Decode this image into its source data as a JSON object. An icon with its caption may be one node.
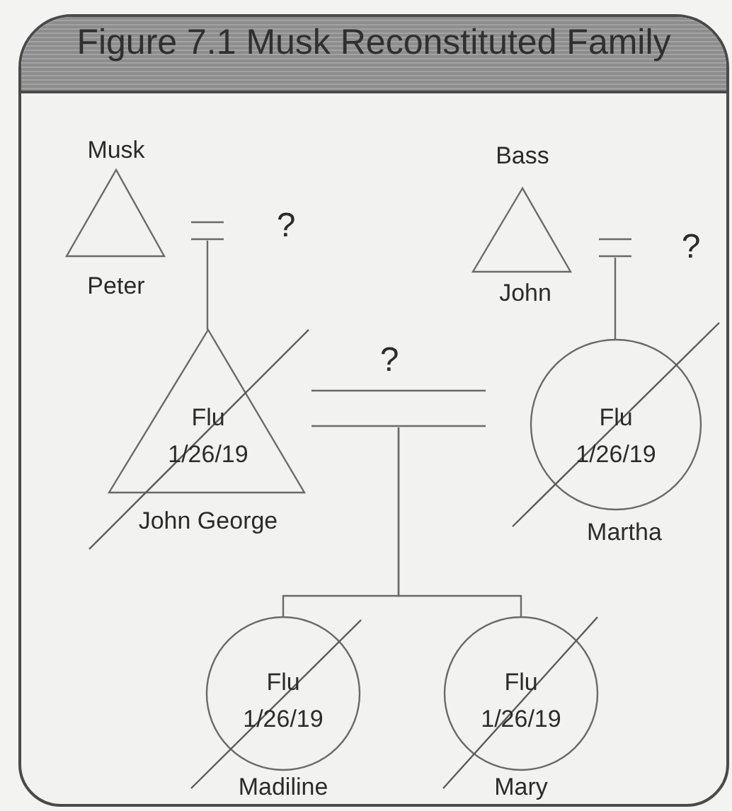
{
  "diagram": {
    "title": "Figure 7.1 Musk Reconstituted Family",
    "nodes": [
      {
        "text": [
          "Musk",
          "Peter"
        ]
      },
      {
        "text": [
          "Bass",
          "John"
        ]
      },
      {
        "text": [
          "Flu 1/26/19",
          "John George"
        ]
      },
      {
        "text": [
          "Flu 1/26/19",
          "Martha"
        ]
      },
      {
        "text": [
          "Flu 1/26/19",
          "Madiline"
        ]
      },
      {
        "text": [
          "Flu 1/26/19",
          "Mary"
        ]
      },
      {
        "text": [],
        "shape": "bar"
      },
      {
        "text": [],
        "shape": "bar"
      },
      {
        "text": [],
        "shape": "bar"
      }
    ],
    "edges": [
      {
        "from": 6,
        "to": 2,
        "arrow": "none"
      },
      {
        "from": 7,
        "to": 3,
        "arrow": "none"
      },
      {
        "from": 8,
        "to": 4,
        "arrow": "none"
      },
      {
        "from": 8,
        "to": 5,
        "arrow": "none"
      }
    ],
    "labels": [
      "?",
      "?",
      "?"
    ]
  }
}
